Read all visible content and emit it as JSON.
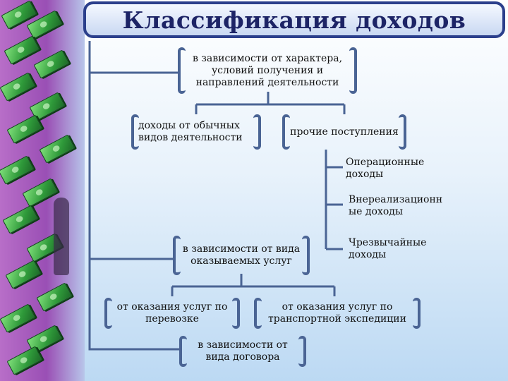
{
  "title": "Классификация доходов",
  "nodes": {
    "by_character": "в зависимости от характера, условий получения и направлений деятельности",
    "ordinary": "доходы от обычных видов деятельности",
    "other": "прочие поступления",
    "operational": "Операционные доходы",
    "non_operating": "Внереализационн ые доходы",
    "extraordinary": "Чрезвычайные доходы",
    "by_service": "в зависимости от вида оказываемых услуг",
    "transport": "от оказания услуг по перевозке",
    "forwarding": "от оказания услуг по транспортной экспедиции",
    "by_contract": "в зависимости от вида договора"
  },
  "colors": {
    "line": "#4a6494",
    "title_border": "#2b3f8c",
    "title_text": "#1d2466"
  }
}
